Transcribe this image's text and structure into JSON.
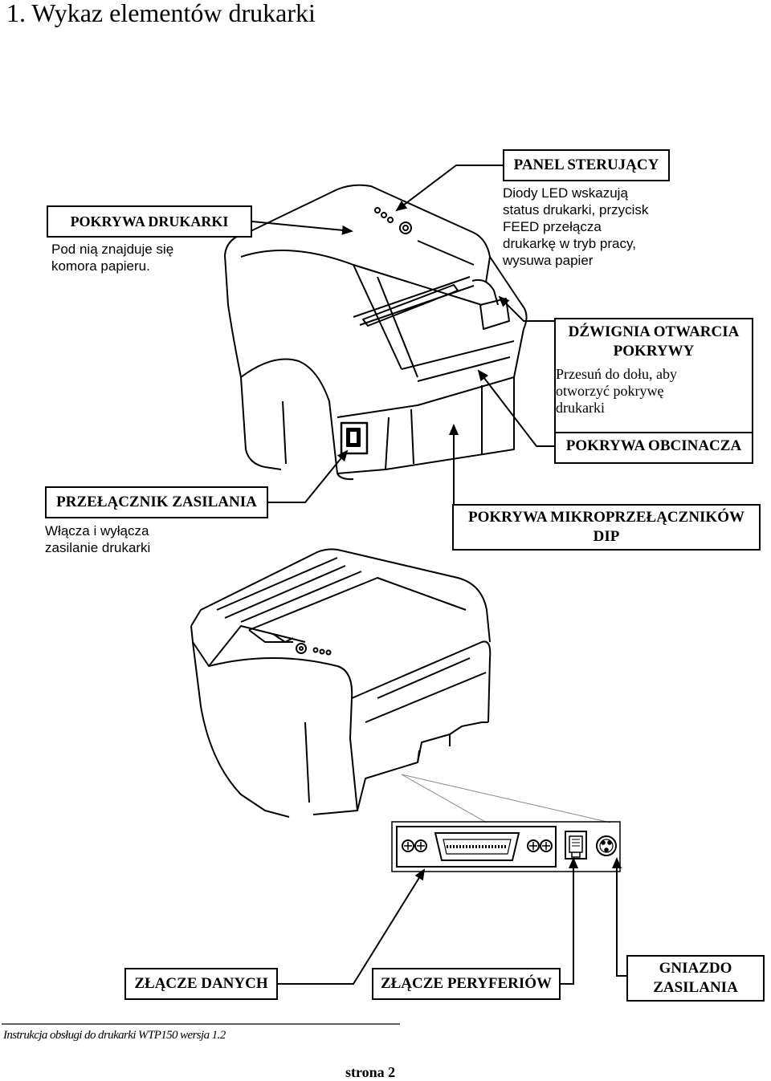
{
  "page": {
    "title": "1. Wykaz elementów drukarki"
  },
  "callouts": {
    "printer_cover": {
      "title": "POKRYWA DRUKARKI",
      "desc": [
        "Pod nią znajduje się",
        "komora papieru."
      ]
    },
    "control_panel": {
      "title": "PANEL STERUJĄCY",
      "desc": [
        "Diody LED wskazują",
        "status drukarki, przycisk",
        "FEED przełącza",
        "drukarkę w tryb pracy,",
        "wysuwa papier"
      ]
    },
    "cover_lever": {
      "title_lines": [
        "DŹWIGNIA OTWARCIA",
        "POKRYWY"
      ],
      "desc": [
        "Przesuń do dołu, aby",
        "otworzyć pokrywę",
        "drukarki"
      ]
    },
    "cutter_cover": {
      "title": "POKRYWA OBCINACZA"
    },
    "power_switch": {
      "title": "PRZEŁĄCZNIK ZASILANIA",
      "desc": [
        "Włącza i wyłącza",
        "zasilanie drukarki"
      ]
    },
    "dip_cover": {
      "title_lines": [
        "POKRYWA MIKROPRZEŁĄCZNIKÓW",
        "DIP"
      ]
    },
    "data_connector": {
      "title": "ZŁĄCZE DANYCH"
    },
    "peripheral_connector": {
      "title": "ZŁĄCZE PERYFERIÓW"
    },
    "power_socket": {
      "title_lines": [
        "GNIAZDO",
        "ZASILANIA"
      ]
    }
  },
  "footer": {
    "manual": "Instrukcja obsługi do drukarki WTP150 wersja 1.2",
    "page_label": "strona 2"
  },
  "icons": {
    "arrow": "arrowhead",
    "printer_front": "printer-front-illustration",
    "printer_back": "printer-back-illustration",
    "connector_panel": "connector-panel-illustration"
  }
}
